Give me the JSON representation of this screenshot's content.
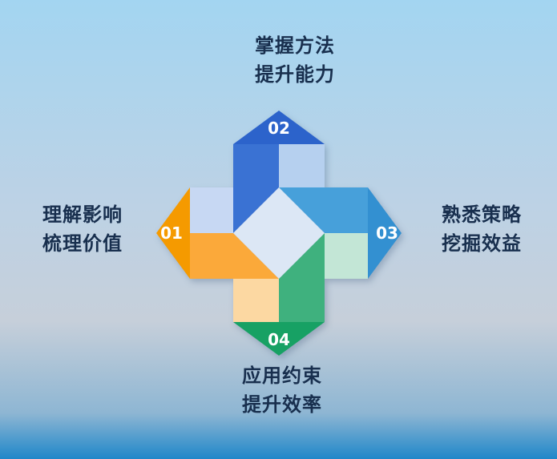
{
  "css_vars": {
    "--bg-top": "#a3d5f1",
    "--bg-mid": "#c6cfda",
    "--bg-bottom": "#1f87c9",
    "--label-color": "#182f4e"
  },
  "diagram": {
    "type": "four-direction pinwheel arrows",
    "center_fill": "#dce7f5",
    "number_color": "#ffffff",
    "items": [
      {
        "number": "01",
        "position": "left",
        "tip_color": "#f59a00",
        "shaft_color": "#fba93a",
        "tint_color": "#c7d8f3",
        "label_line1": "理解影响",
        "label_line2": "梳理价值"
      },
      {
        "number": "02",
        "position": "top",
        "tip_color": "#2c63cb",
        "shaft_color": "#3a72d3",
        "tint_color": "#b6d0ef",
        "label_line1": "掌握方法",
        "label_line2": "提升能力"
      },
      {
        "number": "03",
        "position": "right",
        "tip_color": "#3390d1",
        "shaft_color": "#47a0da",
        "tint_color": "#c3e6d6",
        "label_line1": "熟悉策略",
        "label_line2": "挖掘效益"
      },
      {
        "number": "04",
        "position": "bottom",
        "tip_color": "#17a164",
        "shaft_color": "#3fb17e",
        "tint_color": "#fcd8a2",
        "label_line1": "应用约束",
        "label_line2": "提升效率"
      }
    ]
  }
}
